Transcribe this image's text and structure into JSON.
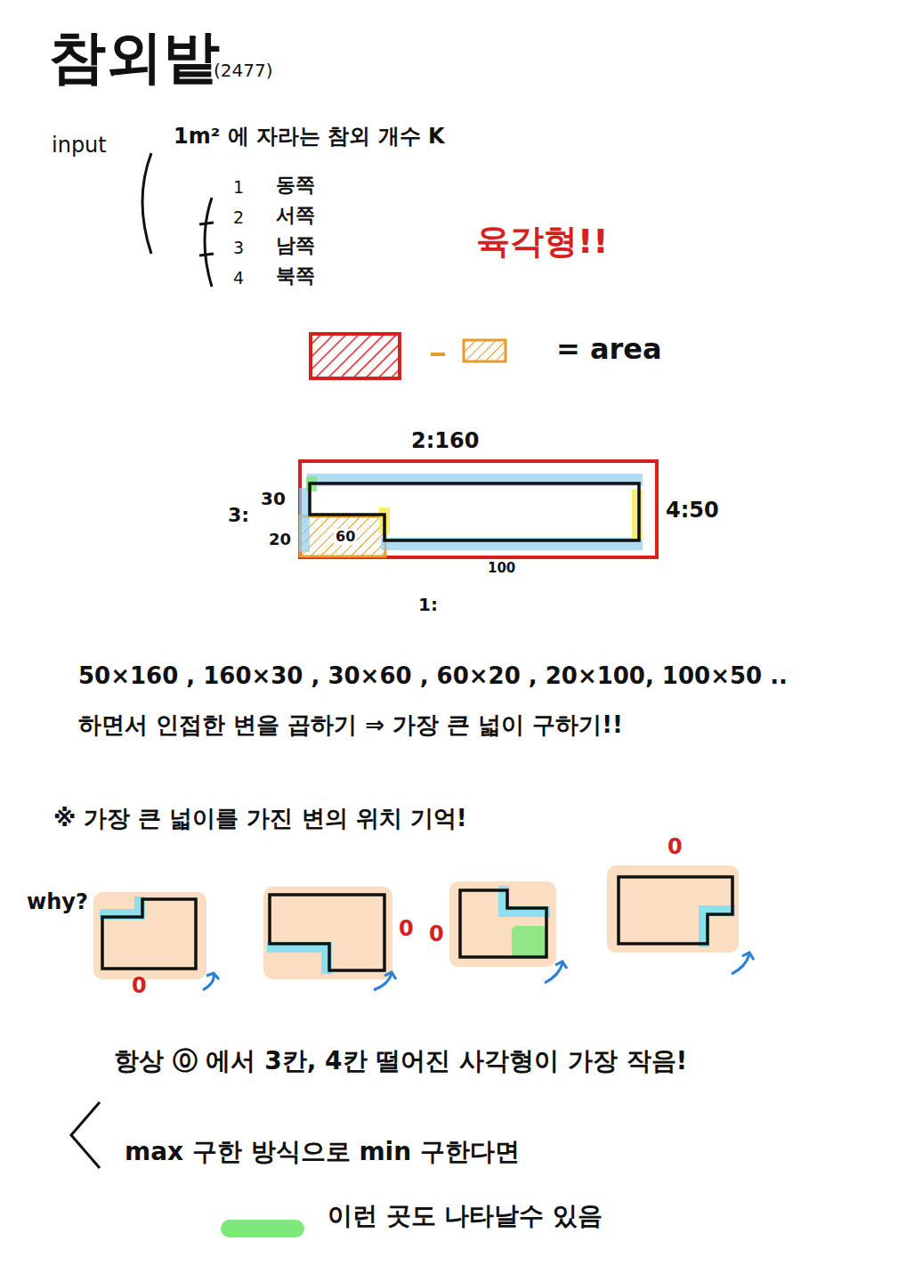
{
  "diagram": {
    "title": "참외밭",
    "labels": [
      "(2477)",
      "input",
      "1m² 에 자라는 참외 개수 K",
      "1",
      "동쪽",
      "2",
      "서쪽",
      "3",
      "남쪽",
      "4",
      "북쪽",
      "육각형!!",
      "= area",
      "2:160",
      "3:",
      "30",
      "20",
      "60",
      "4:50",
      "100",
      "1:",
      "50×160 , 160×30 , 30×60 , 60×20 , 20×100, 100×50 ..",
      "하면서 인접한 변을 곱하기 ⇒ 가장 큰 넓이 구하기!!",
      "※ 가장 큰 넓이를 가진 변의 위치 기억!",
      "why?",
      "0",
      "0",
      "0",
      "0",
      "항상 ⓪ 에서 3칸, 4칸 떨어진 사각형이 가장 작음!",
      "max 구한 방식으로 min 구한다면"
    ],
    "legend": [
      {
        "text": "이런 곳도 나타날수 있음",
        "color": "#7ee87a"
      }
    ]
  }
}
